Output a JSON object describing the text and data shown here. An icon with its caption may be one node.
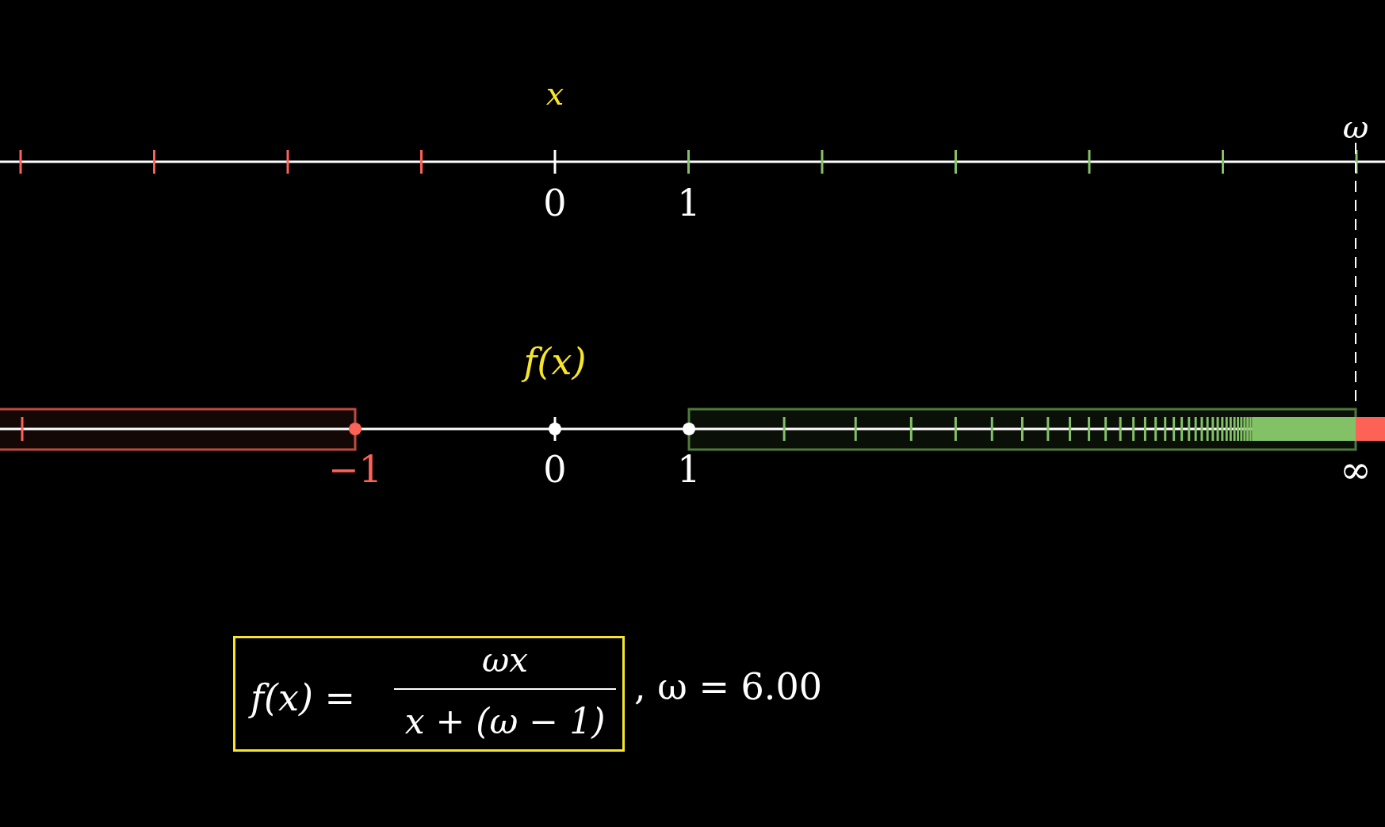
{
  "diagram": {
    "nodes": [
      {
        "text": [
          "f(x) =",
          "ωx",
          "x + (ω − 1)"
        ],
        "beside": [
          ", ω = 6.00"
        ]
      },
      {
        "text": [
          "ω"
        ]
      },
      {
        "text": [
          "∞"
        ]
      }
    ],
    "edges": [
      {
        "from": 1,
        "to": 2,
        "arrow": "none",
        "style": "dashed"
      }
    ],
    "labels": [
      "x",
      "0",
      "1",
      "f(x)",
      "−1",
      "0",
      "1"
    ]
  }
}
